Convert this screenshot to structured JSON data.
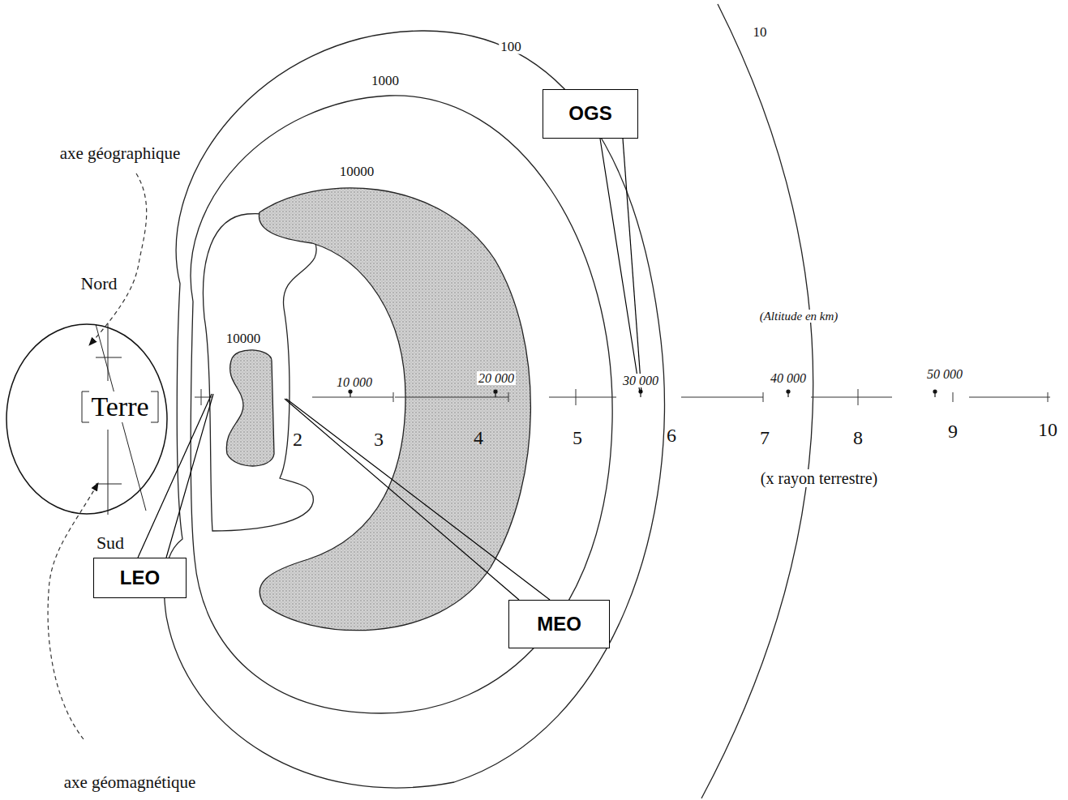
{
  "diagram": {
    "nodes": [
      {
        "text": [
          "OGS"
        ]
      },
      {
        "text": [
          "Terre"
        ]
      },
      {
        "text": [
          "LEO"
        ]
      },
      {
        "text": [
          "MEO"
        ]
      }
    ],
    "labels": [
      "10",
      "100",
      "1000",
      "axe géographique",
      "10000",
      "Nord",
      "(Altitude en km)",
      "10000",
      "10 000",
      "20 000",
      "30 000",
      "40 000",
      "50 000",
      "2",
      "3",
      "4",
      "5",
      "6",
      "7",
      "8",
      "9",
      "10",
      "(x rayon terrestre)",
      "Sud",
      "axe géomagnétique"
    ]
  }
}
